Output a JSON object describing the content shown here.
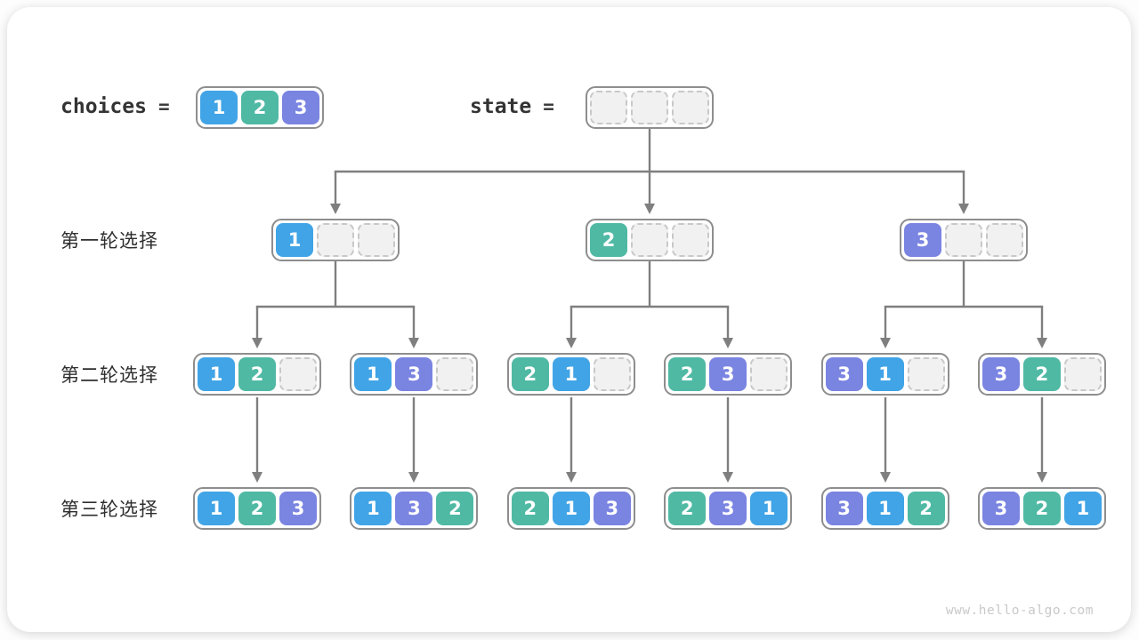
{
  "header": {
    "choices_label": "choices",
    "choices_equals": "=",
    "state_label": "state",
    "state_equals": "="
  },
  "choices": [
    1,
    2,
    3
  ],
  "state": [
    null,
    null,
    null
  ],
  "rows": [
    {
      "label": "第一轮选择",
      "nodes": [
        [
          1,
          null,
          null
        ],
        [
          2,
          null,
          null
        ],
        [
          3,
          null,
          null
        ]
      ]
    },
    {
      "label": "第二轮选择",
      "nodes": [
        [
          1,
          2,
          null
        ],
        [
          1,
          3,
          null
        ],
        [
          2,
          1,
          null
        ],
        [
          2,
          3,
          null
        ],
        [
          3,
          1,
          null
        ],
        [
          3,
          2,
          null
        ]
      ]
    },
    {
      "label": "第三轮选择",
      "nodes": [
        [
          1,
          2,
          3
        ],
        [
          1,
          3,
          2
        ],
        [
          2,
          1,
          3
        ],
        [
          2,
          3,
          1
        ],
        [
          3,
          1,
          2
        ],
        [
          3,
          2,
          1
        ]
      ]
    }
  ],
  "colors": {
    "1": "#41a4e6",
    "2": "#4fb9a4",
    "3": "#7a84e1",
    "arrow": "#7f7f7f"
  },
  "watermark": "www.hello-algo.com"
}
